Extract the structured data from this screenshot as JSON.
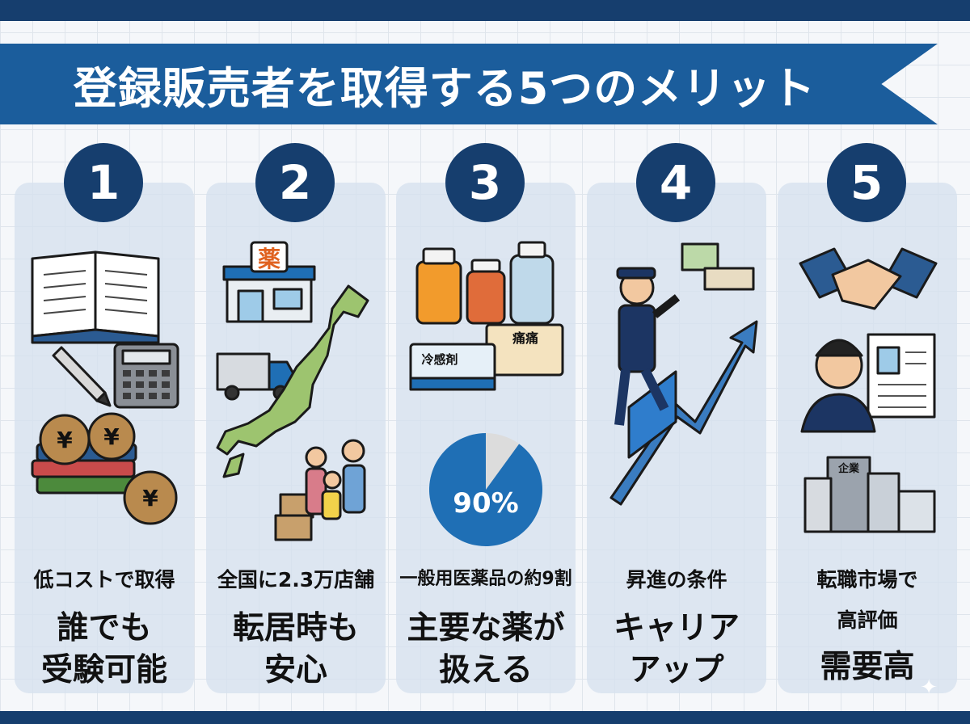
{
  "title": "登録販売者を取得する5つのメリット",
  "merits": [
    {
      "number": "1",
      "subtitle": "低コストで取得",
      "headline": [
        "誰でも",
        "受験可能"
      ],
      "illustration": "book-calculator-yen-icon"
    },
    {
      "number": "2",
      "subtitle": "全国に2.3万店舗",
      "headline": [
        "転居時も",
        "安心"
      ],
      "illustration": "japan-map-store-icon",
      "sign": "薬"
    },
    {
      "number": "3",
      "subtitle": "一般用医薬品の約9割",
      "headline": [
        "主要な薬が",
        "扱える"
      ],
      "illustration": "medicine-pie-icon",
      "box_labels": [
        "冷感剤",
        "痛痛"
      ],
      "pie_percent": 90,
      "pie_label": "90%"
    },
    {
      "number": "4",
      "subtitle": "昇進の条件",
      "headline": [
        "キャリア",
        "アップ"
      ],
      "illustration": "career-up-icon"
    },
    {
      "number": "5",
      "subtitle": "転職市場で",
      "subtitle2": "高評価",
      "headline": [
        "需要高"
      ],
      "illustration": "handshake-resume-icon",
      "building_label": "企業"
    }
  ],
  "colors": {
    "navy": "#163e6e",
    "banner": "#1b5d9c",
    "accent": "#1f6fb5"
  }
}
